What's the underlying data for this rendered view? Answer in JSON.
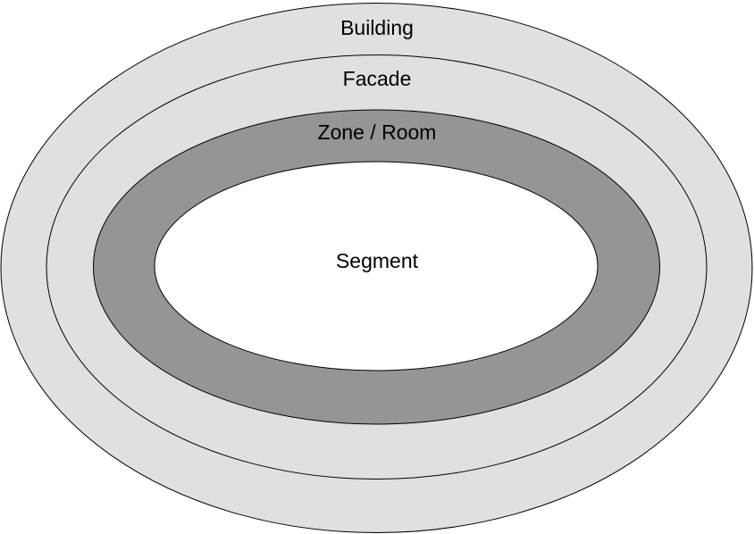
{
  "diagram": {
    "type": "nested-ellipses",
    "rings": [
      {
        "id": "building",
        "label": "Building",
        "fill": "#e0e0e0"
      },
      {
        "id": "facade",
        "label": "Facade",
        "fill": "#e0e0e0"
      },
      {
        "id": "zone",
        "label": "Zone / Room",
        "fill": "#959595"
      },
      {
        "id": "segment",
        "label": "Segment",
        "fill": "#ffffff"
      }
    ],
    "outline_color": "#000000",
    "background": "#ffffff"
  }
}
